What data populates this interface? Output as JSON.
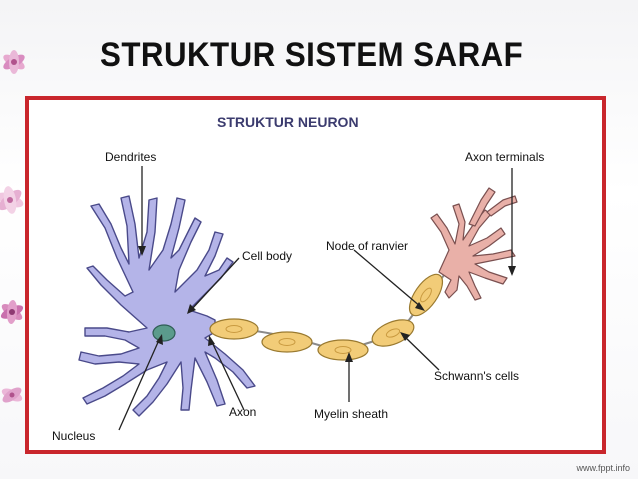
{
  "slide": {
    "title": "STRUKTUR SISTEM SARAF",
    "credit": "www.fppt.info"
  },
  "diagram": {
    "title": "STRUKTUR NEURON",
    "labels": {
      "dendrites": "Dendrites",
      "cell_body": "Cell body",
      "node_of_ranvier": "Node of ranvier",
      "axon_terminals": "Axon terminals",
      "schwanns_cells": "Schwann's cells",
      "myelin_sheath": "Myelin sheath",
      "axon": "Axon",
      "nucleus": "Nucleus"
    },
    "colors": {
      "frame": "#c9262c",
      "neuron_fill": "#b4b4e8",
      "neuron_stroke": "#4a4a8a",
      "nucleus": "#5b9b8c",
      "myelin": "#f2cc78",
      "terminal_fill": "#e9b0a8",
      "title": "#3b3b6e"
    }
  }
}
